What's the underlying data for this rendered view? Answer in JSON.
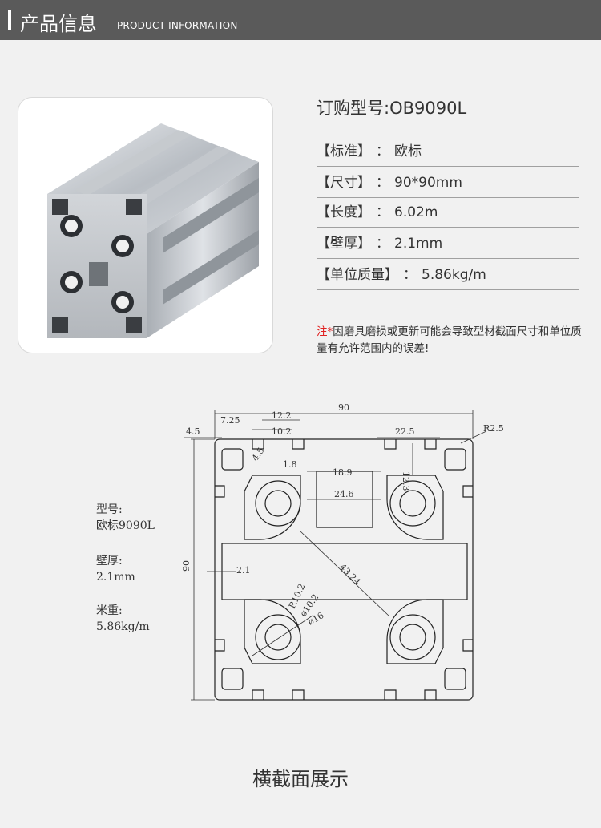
{
  "header": {
    "title_cn": "产品信息",
    "title_en": "PRODUCT INFORMATION"
  },
  "product": {
    "order_label": "订购型号:",
    "order_value": "OB9090L",
    "specs": [
      {
        "key": "【标准】",
        "sep": "：",
        "value": "欧标"
      },
      {
        "key": "【尺寸】",
        "sep": "：",
        "value": "90*90mm"
      },
      {
        "key": "【长度】",
        "sep": "：",
        "value": "6.02m"
      },
      {
        "key": "【壁厚】",
        "sep": "：",
        "value": "2.1mm"
      },
      {
        "key": "【单位质量】",
        "sep": "：",
        "value": "5.86kg/m"
      }
    ],
    "note_star": "注*",
    "note_text": "因磨具磨损或更新可能会导致型材截面尺寸和单位质量有允许范围内的误差!"
  },
  "section_info": {
    "model_label": "型号:",
    "model_value": "欧标9090L",
    "wall_label": "壁厚:",
    "wall_value": "2.1mm",
    "weight_label": "米重:",
    "weight_value": "5.86kg/m"
  },
  "dimensions": {
    "width": "90",
    "height": "90",
    "d_4_5": "4.5",
    "d_7_25": "7.25",
    "d_12_2": "12.2",
    "d_10_2": "10.2",
    "d_22_5": "22.5",
    "d_r2_5": "R2.5",
    "d_4_5_b": "4.5",
    "d_1_8": "1.8",
    "d_18_9": "18.9",
    "d_12_3": "12.3",
    "d_24_6": "24.6",
    "d_2_1": "2.1",
    "d_43_24": "43.24",
    "d_r10_2": "R10.2",
    "d_phi10_2": "ø10.2",
    "d_phi16": "ø16"
  },
  "caption": "横截面展示"
}
